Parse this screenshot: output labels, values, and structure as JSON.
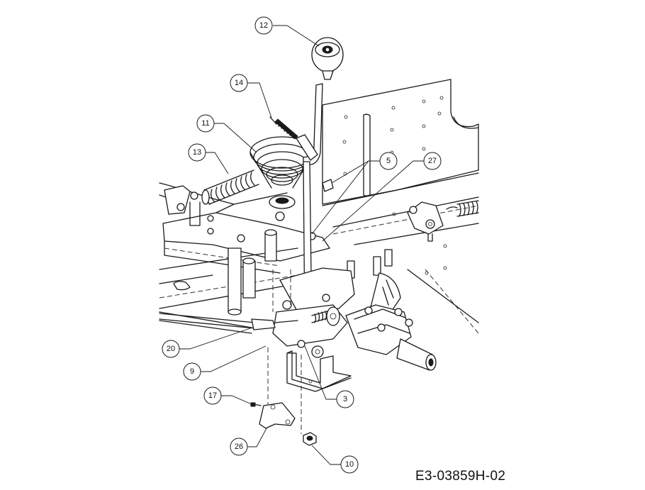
{
  "diagram": {
    "reference_code": "E3-03859H-02",
    "callouts": [
      {
        "id": "12",
        "label": "12"
      },
      {
        "id": "14",
        "label": "14"
      },
      {
        "id": "11",
        "label": "11"
      },
      {
        "id": "13",
        "label": "13"
      },
      {
        "id": "5",
        "label": "5"
      },
      {
        "id": "27",
        "label": "27"
      },
      {
        "id": "20",
        "label": "20"
      },
      {
        "id": "9",
        "label": "9"
      },
      {
        "id": "3",
        "label": "3"
      },
      {
        "id": "17",
        "label": "17"
      },
      {
        "id": "26",
        "label": "26"
      },
      {
        "id": "10",
        "label": "10"
      }
    ]
  }
}
